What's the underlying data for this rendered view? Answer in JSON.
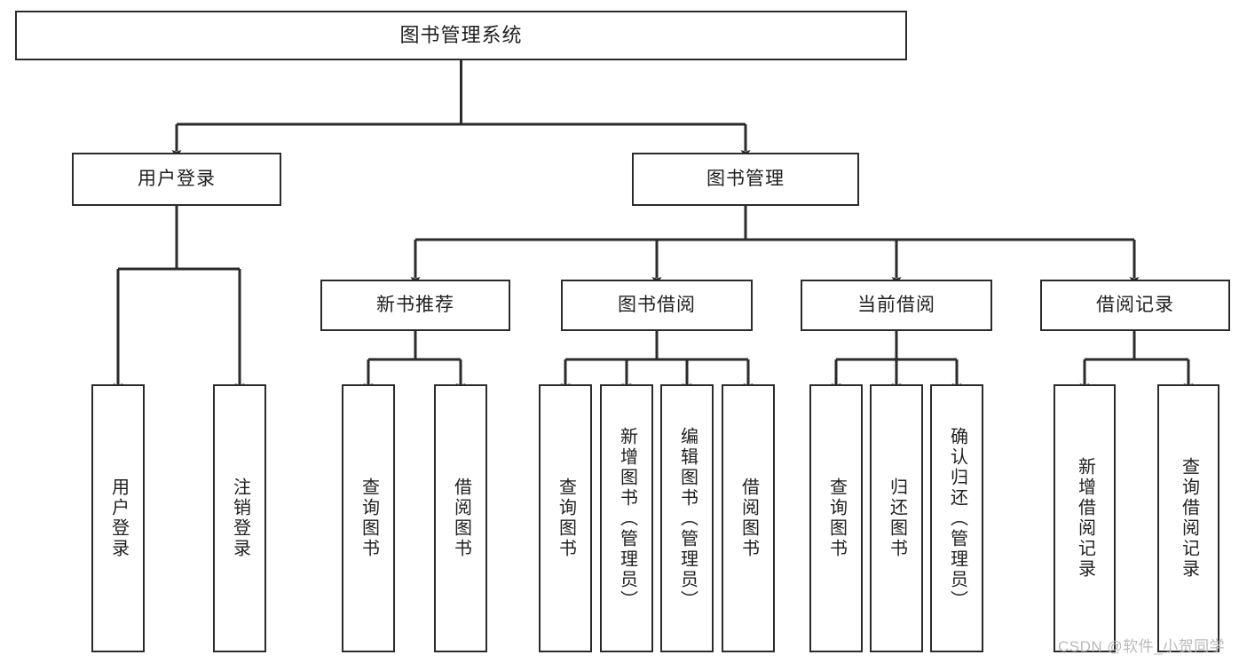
{
  "diagram": {
    "title": "图书管理系统",
    "type": "tree-hierarchy-chart",
    "colors": {
      "box_border": "#2b2b2b",
      "box_fill": "#ffffff",
      "text": "#1f1f1f",
      "connector": "#2b2b2b",
      "watermark": "#b9b9b9",
      "background": "#ffffff"
    }
  },
  "nodes": {
    "root": {
      "label": "图书管理系统"
    },
    "level1": [
      {
        "id": "user_login",
        "label": "用户登录"
      },
      {
        "id": "book_manage",
        "label": "图书管理"
      }
    ],
    "level2": [
      {
        "id": "new_book_rec",
        "label": "新书推荐"
      },
      {
        "id": "book_borrow",
        "label": "图书借阅"
      },
      {
        "id": "current_borrow",
        "label": "当前借阅"
      },
      {
        "id": "borrow_record",
        "label": "借阅记录"
      }
    ],
    "leaves": {
      "user_login": [
        {
          "id": "leaf_user_login",
          "label": "用户登录"
        },
        {
          "id": "leaf_user_logout",
          "label": "注销登录"
        }
      ],
      "new_book_rec": [
        {
          "id": "leaf_query_book_1",
          "label": "查询图书"
        },
        {
          "id": "leaf_borrow_book_1",
          "label": "借阅图书"
        }
      ],
      "book_borrow": [
        {
          "id": "leaf_query_book_2",
          "label": "查询图书"
        },
        {
          "id": "leaf_add_book",
          "label": "新增图书（管理员）"
        },
        {
          "id": "leaf_edit_book",
          "label": "编辑图书（管理员）"
        },
        {
          "id": "leaf_borrow_book_2",
          "label": "借阅图书"
        }
      ],
      "current_borrow": [
        {
          "id": "leaf_query_book_3",
          "label": "查询图书"
        },
        {
          "id": "leaf_return_book",
          "label": "归还图书"
        },
        {
          "id": "leaf_confirm_return",
          "label": "确认归还（管理员）"
        }
      ],
      "borrow_record": [
        {
          "id": "leaf_add_record",
          "label": "新增借阅记录"
        },
        {
          "id": "leaf_query_record",
          "label": "查询借阅记录"
        }
      ]
    }
  },
  "watermark": {
    "text": "CSDN @软件_小贺同学"
  }
}
